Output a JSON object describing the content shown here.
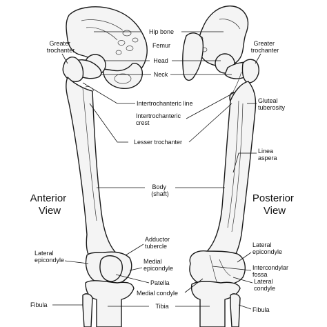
{
  "views": {
    "anterior": [
      "Anterior",
      "View"
    ],
    "posterior": [
      "Posterior",
      "View"
    ]
  },
  "labels": {
    "hip_bone": "Hip bone",
    "femur": "Femur",
    "head": "Head",
    "neck": "Neck",
    "greater_trochanter_left": [
      "Greater",
      "trochanter"
    ],
    "greater_trochanter_right": [
      "Greater",
      "trochanter"
    ],
    "intertrochanteric_line": "Intertrochanteric line",
    "intertrochanteric_crest": [
      "Intertrochanteric",
      "crest"
    ],
    "gluteal_tuberosity": [
      "Gluteal",
      "tuberosity"
    ],
    "lesser_trochanter": "Lesser trochanter",
    "linea_aspera": [
      "Linea",
      "aspera"
    ],
    "body_shaft": [
      "Body",
      "(shaft)"
    ],
    "adductor_tubercle": [
      "Adductor",
      "tubercle"
    ],
    "lateral_epicondyle_left": [
      "Lateral",
      "epicondyle"
    ],
    "lateral_epicondyle_right": [
      "Lateral",
      "epicondyle"
    ],
    "medial_epicondyle": [
      "Medial",
      "epicondyle"
    ],
    "intercondylar_fossa": [
      "Intercondylar",
      "fossa"
    ],
    "patella": "Patella",
    "lateral_condyle": [
      "Lateral",
      "condyle"
    ],
    "medial_condyle": "Medial condyle",
    "fibula_left": "Fibula",
    "fibula_right": "Fibula",
    "tibia": "Tibia"
  }
}
